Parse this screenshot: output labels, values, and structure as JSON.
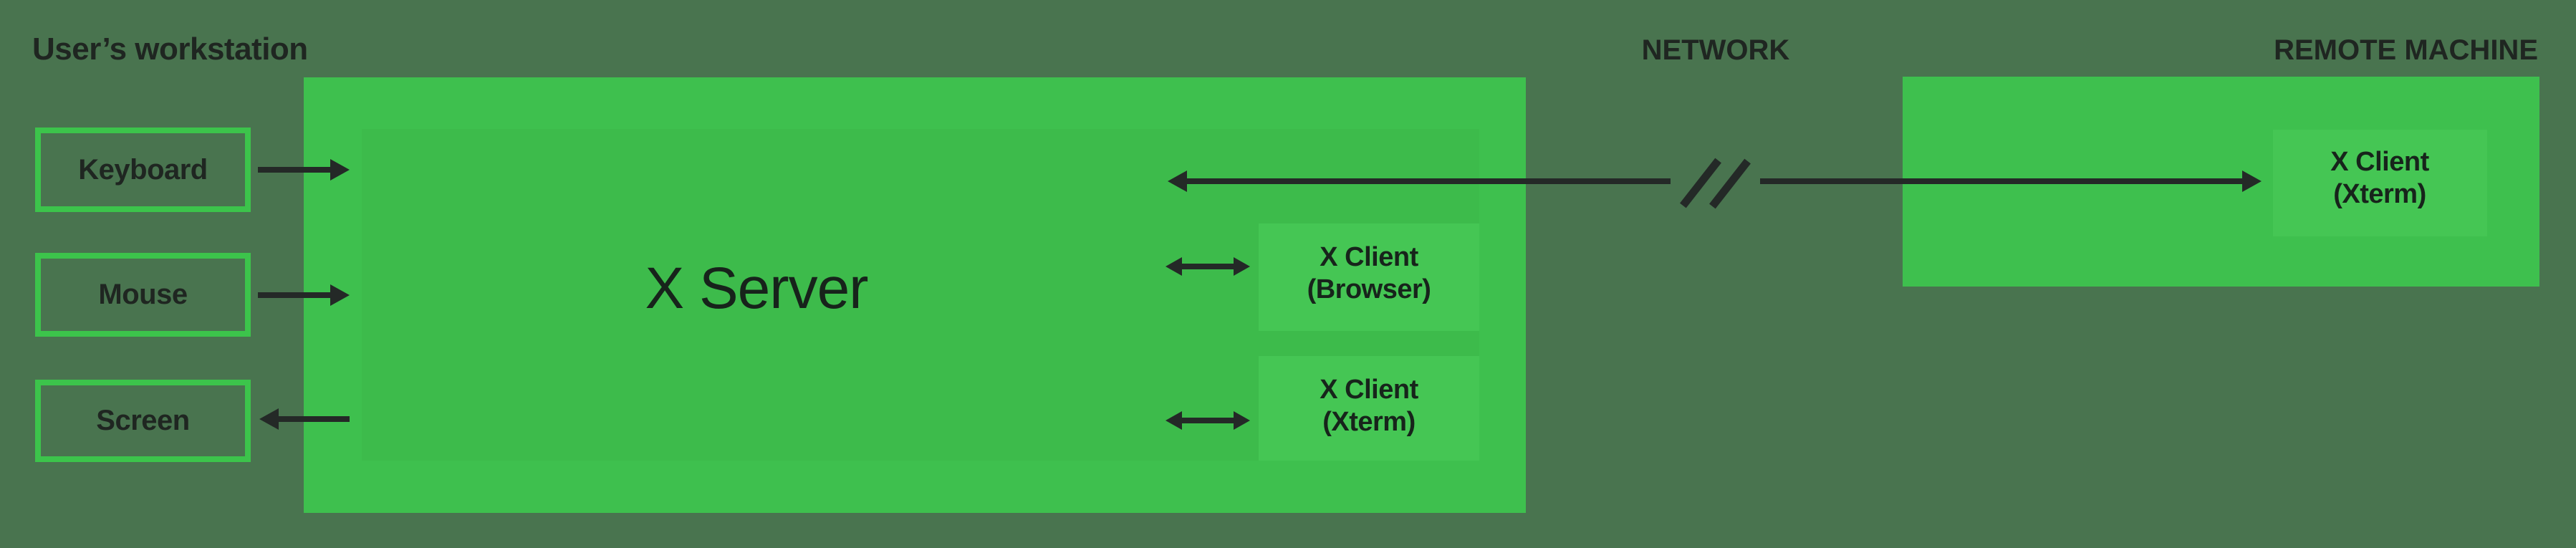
{
  "colors": {
    "background": "#49744F",
    "box_green": "#3EC04E",
    "client_box_green": "#45C654",
    "device_border_green": "#3CC44B",
    "ink": "#242927"
  },
  "workstation": {
    "title": "User’s workstation",
    "devices": [
      {
        "label": "Keyboard"
      },
      {
        "label": "Mouse"
      },
      {
        "label": "Screen"
      }
    ],
    "server": {
      "label": "X Server"
    },
    "clients": [
      {
        "line1": "X Client",
        "line2": "(Browser)"
      },
      {
        "line1": "X Client",
        "line2": "(Xterm)"
      }
    ]
  },
  "network": {
    "label": "NETWORK"
  },
  "remote": {
    "title": "REMOTE MACHINE",
    "client": {
      "line1": "X Client",
      "line2": "(Xterm)"
    }
  }
}
